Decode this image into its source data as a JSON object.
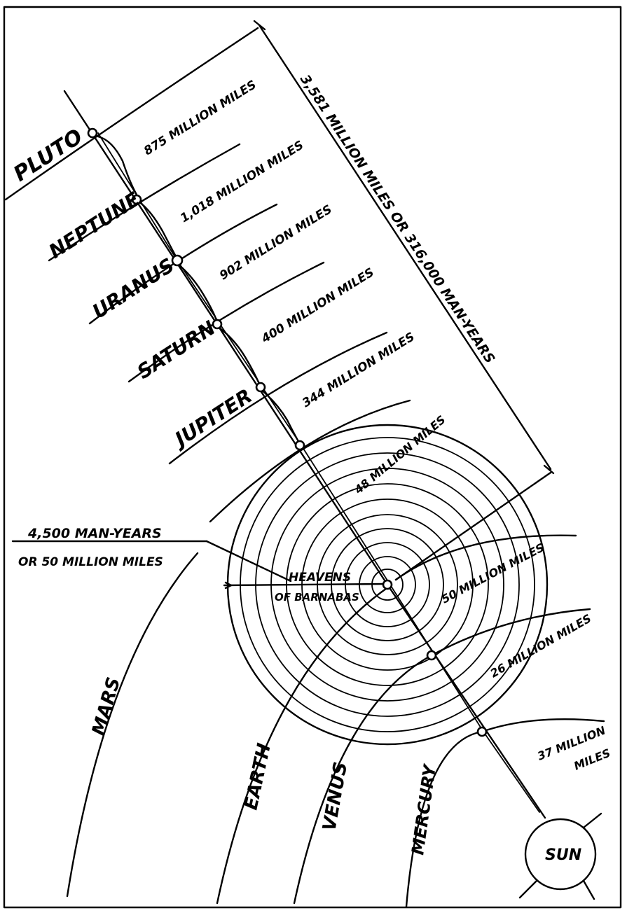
{
  "planets": {
    "pluto": "PLUTO",
    "neptune": "NEPTUNE",
    "uranus": "URANUS",
    "saturn": "SATURN",
    "jupiter": "JUPITER",
    "mars": "MARS",
    "earth": "EARTH",
    "venus": "VENUS",
    "mercury": "MERCURY",
    "sun": "SUN"
  },
  "distances": {
    "pluto_neptune": "875 MILLION MILES",
    "neptune_uranus": "1,018 MILLION MILES",
    "uranus_saturn": "902 MILLION MILES",
    "saturn_jupiter": "400 MILLION MILES",
    "jupiter_asteroids": "344 MILLION MILES",
    "asteroids_heavens": "48 MILLION MILES",
    "heavens_earth": "50 MILLION MILES",
    "earth_venus": "26 MILLION MILES",
    "venus_mercury": "37 MILLION",
    "venus_mercury_2": "MILES"
  },
  "total": "3,581 MILLION MILES OR 316,000 MAN-YEARS",
  "barnabas": {
    "line1": "4,500 MAN-YEARS",
    "line2": "OR 50 MILLION MILES",
    "heavens1": "HEAVENS",
    "heavens2": "OF BARNABAS"
  },
  "colors": {
    "ink": "#000000",
    "paper": "#ffffff"
  }
}
